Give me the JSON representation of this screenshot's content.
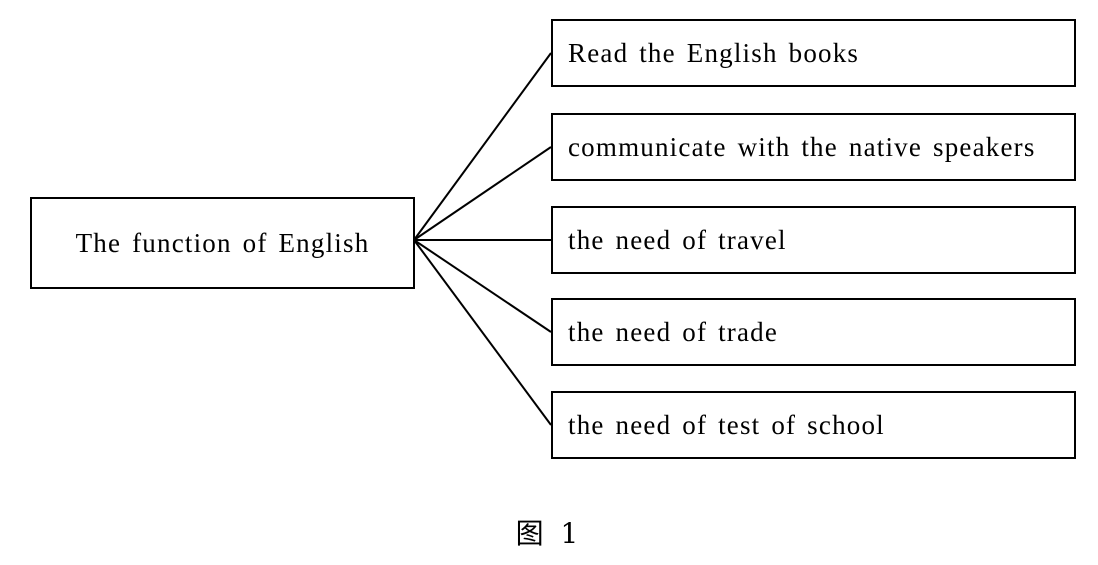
{
  "diagram": {
    "root": {
      "label": "The function of English"
    },
    "branches": [
      {
        "label": "Read the English books"
      },
      {
        "label": "communicate with the native speakers"
      },
      {
        "label": "the need of travel"
      },
      {
        "label": "the need of trade"
      },
      {
        "label": "the need of test of school"
      }
    ]
  },
  "caption": "图 1"
}
